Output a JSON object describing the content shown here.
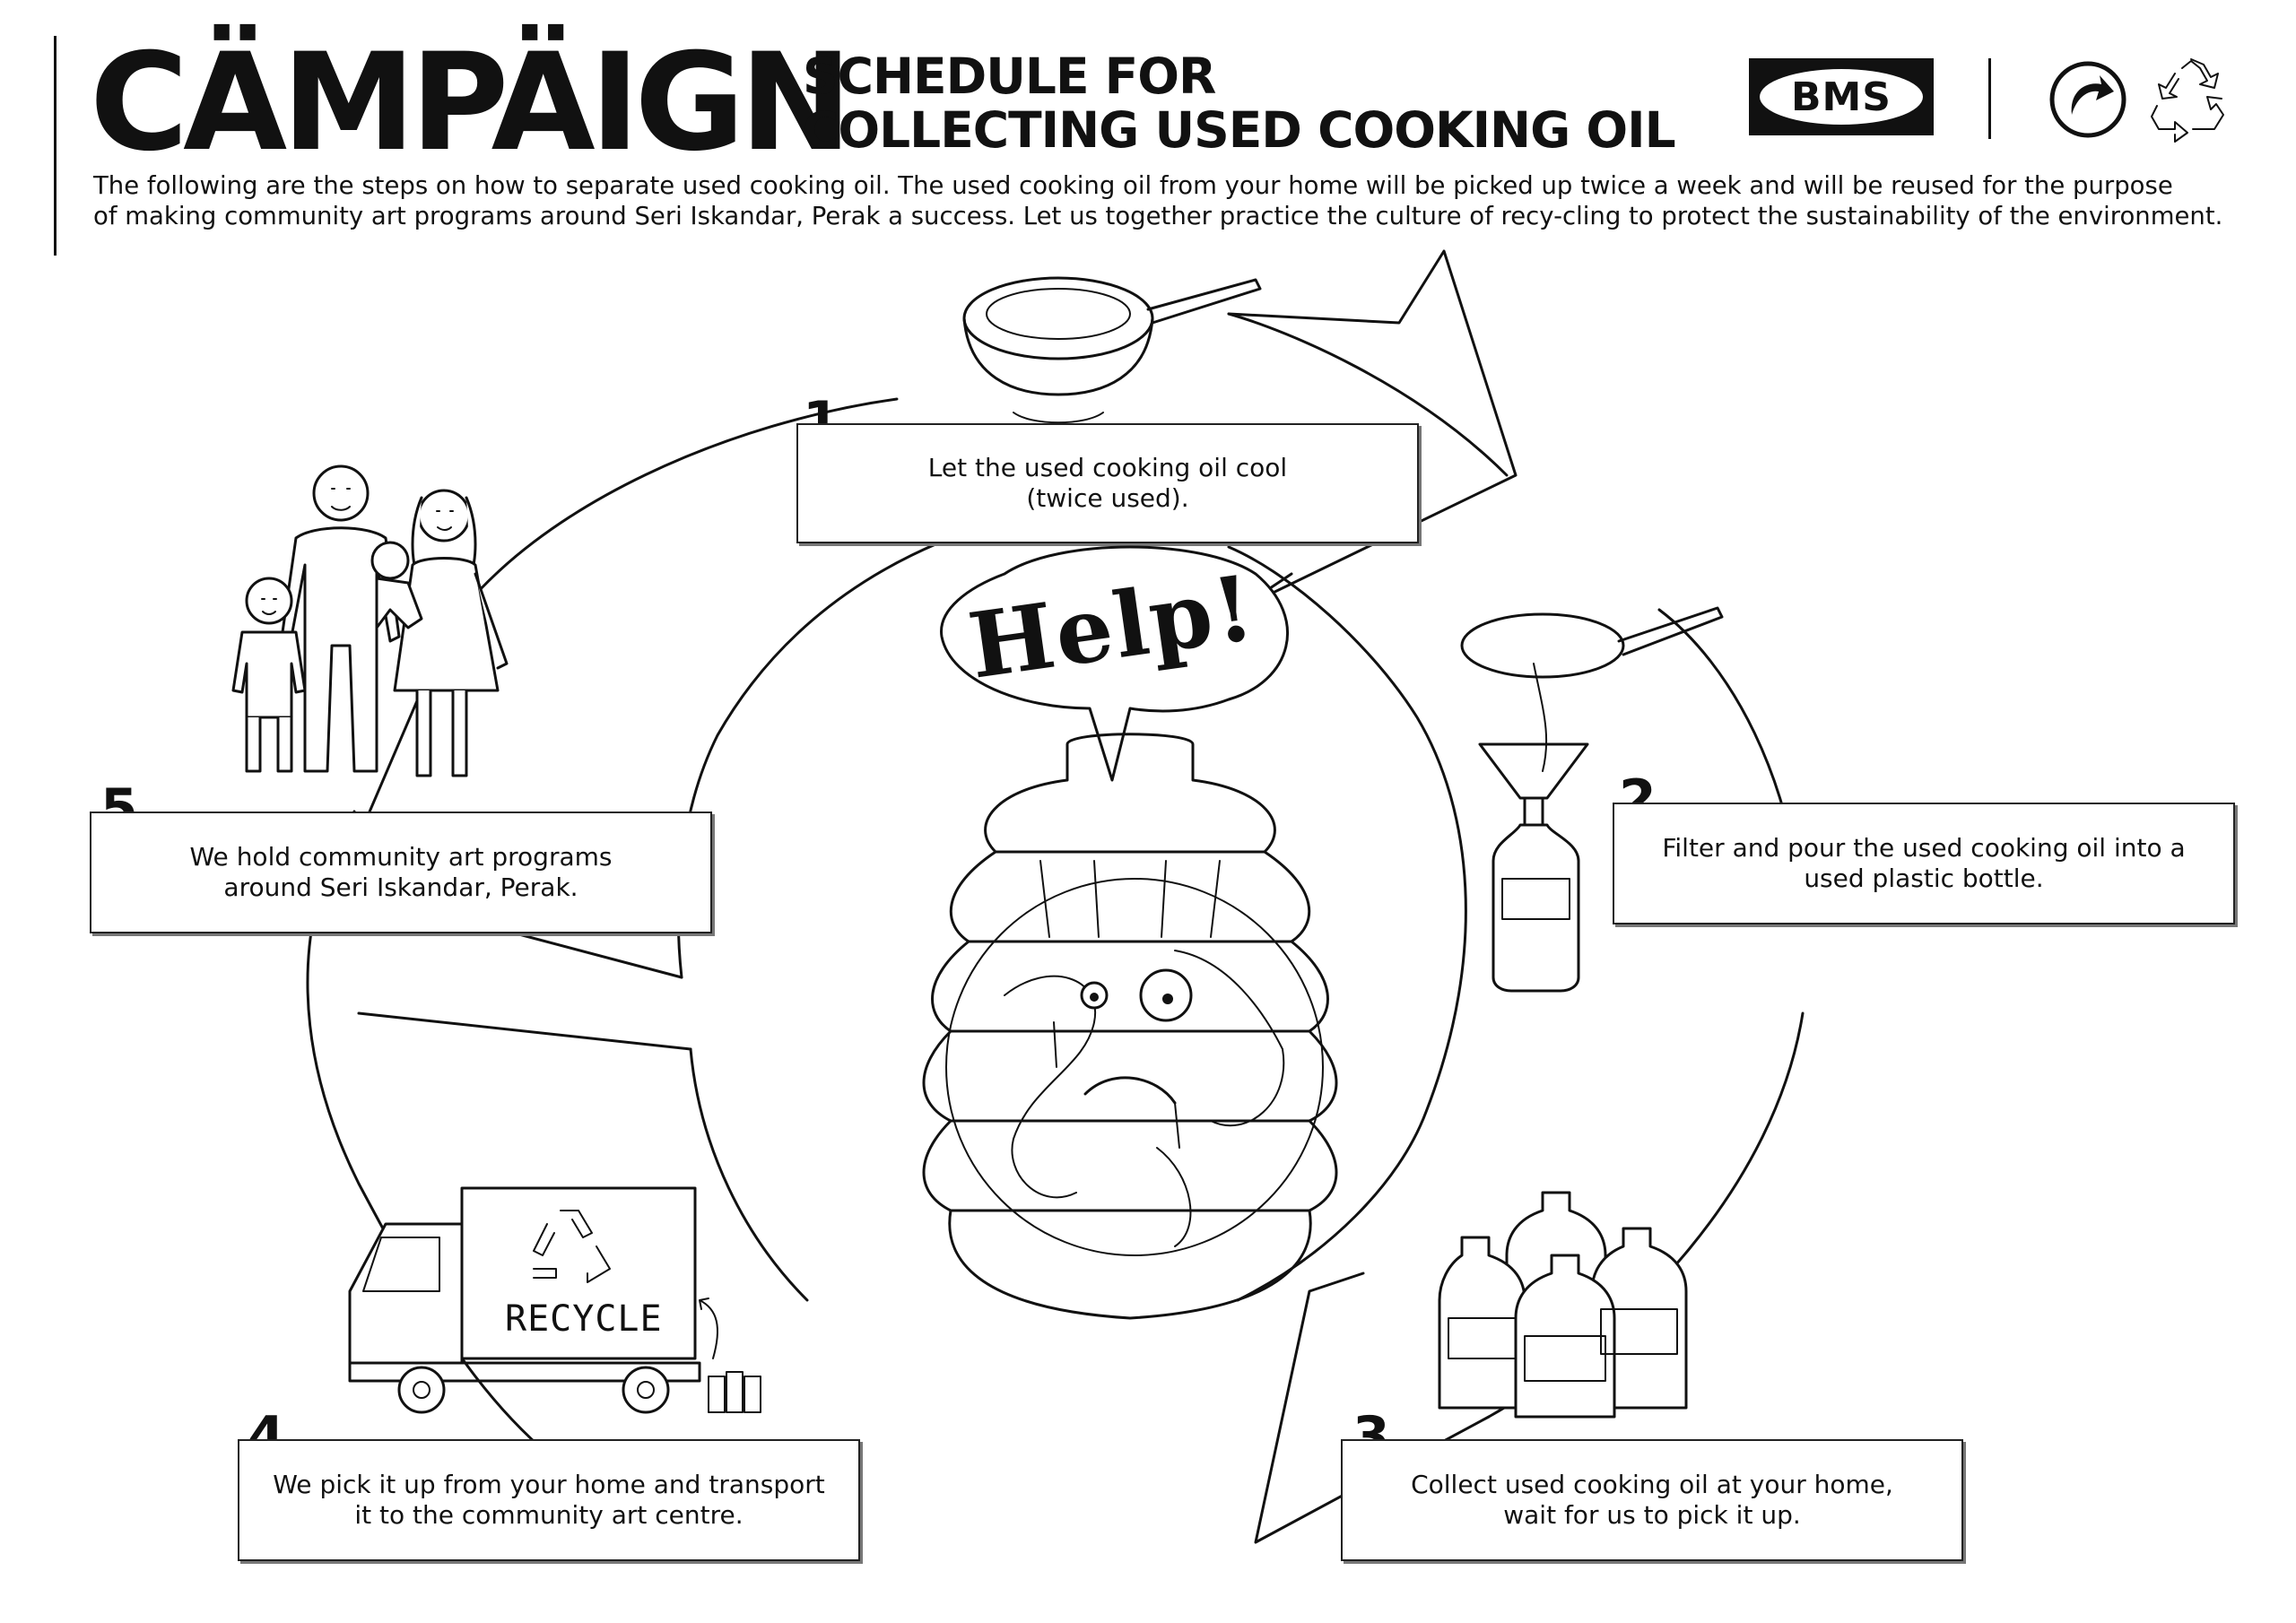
{
  "header": {
    "title": "CÄMPÄIGN",
    "subtitle_line1": "SCHEDULE FOR",
    "subtitle_line2": "COLLECTING USED COOKING OIL",
    "logo_text": "BMS"
  },
  "intro": {
    "line1": "The following are the steps on how to separate used cooking oil. The used cooking oil from your home will be picked up twice a week and will be reused for the purpose",
    "line2": "of making community art programs around Seri Iskandar, Perak a success. Let us together practice the culture of recy-cling to protect the sustainability of the environment."
  },
  "center": {
    "speech": "Help!"
  },
  "truck": {
    "label": "RECYCLE"
  },
  "steps": [
    {
      "number": "1",
      "line1": "Let the used cooking oil cool",
      "line2": "(twice used)."
    },
    {
      "number": "2",
      "line1": "Filter and pour the used cooking oil into a",
      "line2": "used plastic bottle."
    },
    {
      "number": "3",
      "line1": "Collect used cooking oil at your home,",
      "line2": "wait for us to pick it up."
    },
    {
      "number": "4",
      "line1": "We pick it up from your home and transport",
      "line2": "it to the community art centre."
    },
    {
      "number": "5",
      "line1": "We hold community art programs",
      "line2": "around Seri Iskandar, Perak."
    }
  ],
  "icons": {
    "green_dot": "green-dot-icon",
    "recycle": "recycle-icon"
  }
}
